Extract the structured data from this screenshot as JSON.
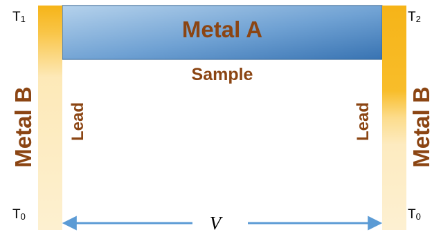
{
  "diagram": {
    "metal_a_label": "Metal A",
    "sample_label": "Sample",
    "metal_b_left_label": "Metal B",
    "metal_b_right_label": "Metal B",
    "lead_left_label": "Lead",
    "lead_right_label": "Lead",
    "t1": {
      "base": "T",
      "sub": "1"
    },
    "t2": {
      "base": "T",
      "sub": "2"
    },
    "t0_left": {
      "base": "T",
      "sub": "0"
    },
    "t0_right": {
      "base": "T",
      "sub": "0"
    },
    "voltage_label": "V"
  },
  "colors": {
    "metal_a_light": "#a9c8e6",
    "metal_a_dark": "#3d7ab8",
    "metal_a_border": "#2f5f8f",
    "metal_b_gold": "#f7b81a",
    "metal_b_cream": "#fdf1d2",
    "arrow": "#5b9bd5",
    "label_brown": "#8b4513"
  }
}
